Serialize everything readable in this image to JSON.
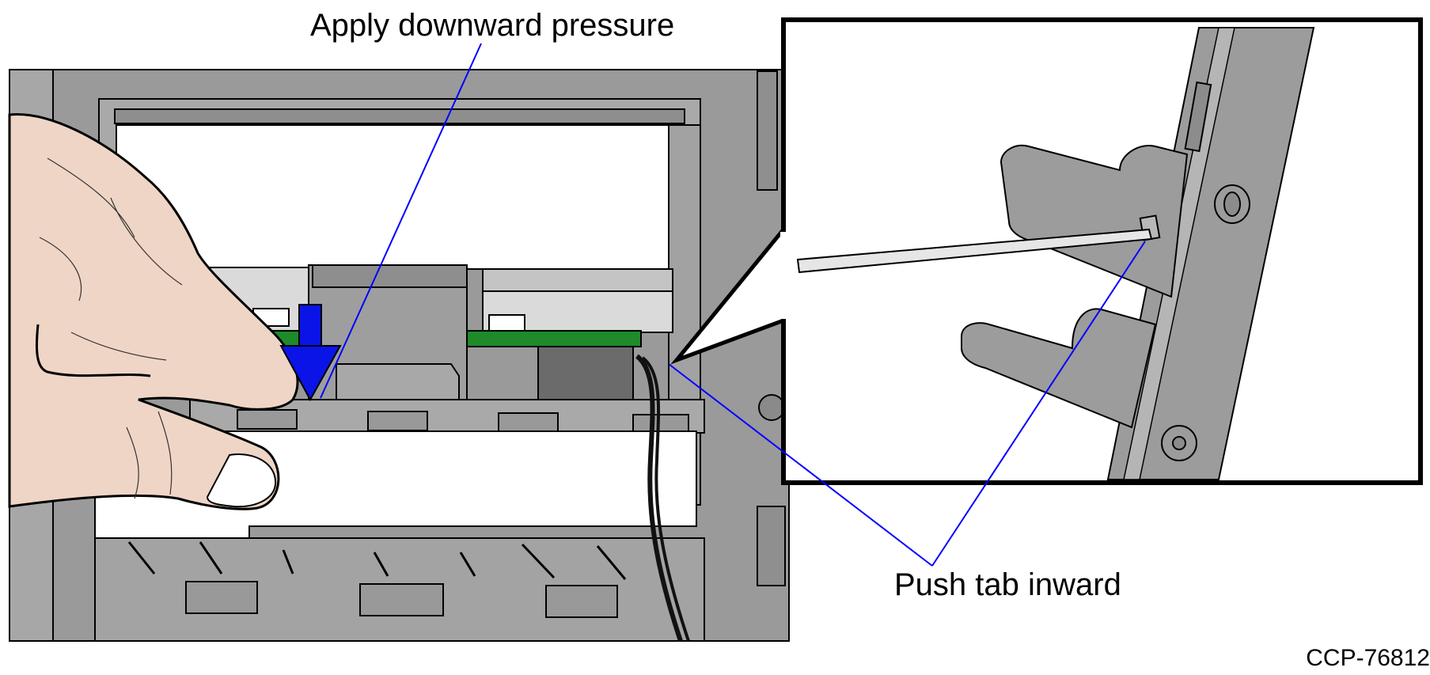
{
  "labels": {
    "apply": "Apply downward pressure",
    "push": "Push tab inward",
    "code": "CCP-76812"
  },
  "colors": {
    "housing": "#9a9a9a",
    "housing_dark": "#7c7c7c",
    "housing_light": "#b2b2b2",
    "pcb": "#1e8a2a",
    "arrow": "#0a14e6",
    "leader": "#0000ff",
    "skin": "#efd5c6",
    "outline": "#000000",
    "background": "#ffffff"
  },
  "icons": {
    "arrow": "down-arrow-icon",
    "hand": "hand-icon"
  }
}
